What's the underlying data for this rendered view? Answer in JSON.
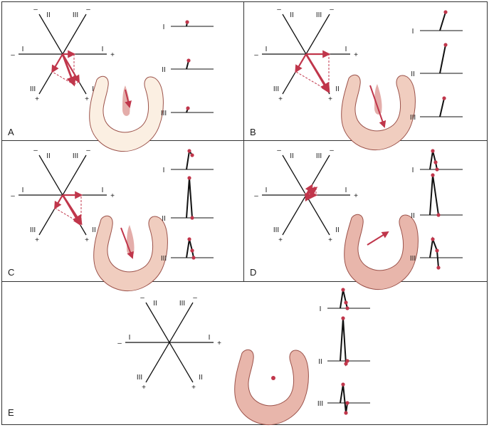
{
  "axis_labels": {
    "I": "I",
    "II": "II",
    "III": "III",
    "minus": "–",
    "plus": "+"
  },
  "colors": {
    "arrow": "#c0364b",
    "heart_fill_light": "#fbefe2",
    "heart_fill_deep": "#e8b6ab",
    "heart_stroke": "#9b5149",
    "trace": "#111111",
    "dot": "#c0364b",
    "border": "#333333"
  },
  "panels": [
    {
      "letter": "A",
      "heart_tint": "light",
      "leads": [
        {
          "name": "I",
          "label": "I"
        },
        {
          "name": "II",
          "label": "II"
        },
        {
          "name": "III",
          "label": "III"
        }
      ]
    },
    {
      "letter": "B",
      "heart_tint": "mid",
      "leads": [
        {
          "name": "I",
          "label": "I"
        },
        {
          "name": "II",
          "label": "II"
        },
        {
          "name": "III",
          "label": "III"
        }
      ]
    },
    {
      "letter": "C",
      "heart_tint": "mid",
      "leads": [
        {
          "name": "I",
          "label": "I"
        },
        {
          "name": "II",
          "label": "II"
        },
        {
          "name": "III",
          "label": "III"
        }
      ]
    },
    {
      "letter": "D",
      "heart_tint": "deep",
      "leads": [
        {
          "name": "I",
          "label": "I"
        },
        {
          "name": "II",
          "label": "II"
        },
        {
          "name": "III",
          "label": "III"
        }
      ]
    },
    {
      "letter": "E",
      "heart_tint": "deep",
      "leads": [
        {
          "name": "I",
          "label": "I"
        },
        {
          "name": "II",
          "label": "II"
        },
        {
          "name": "III",
          "label": "III"
        }
      ]
    }
  ]
}
